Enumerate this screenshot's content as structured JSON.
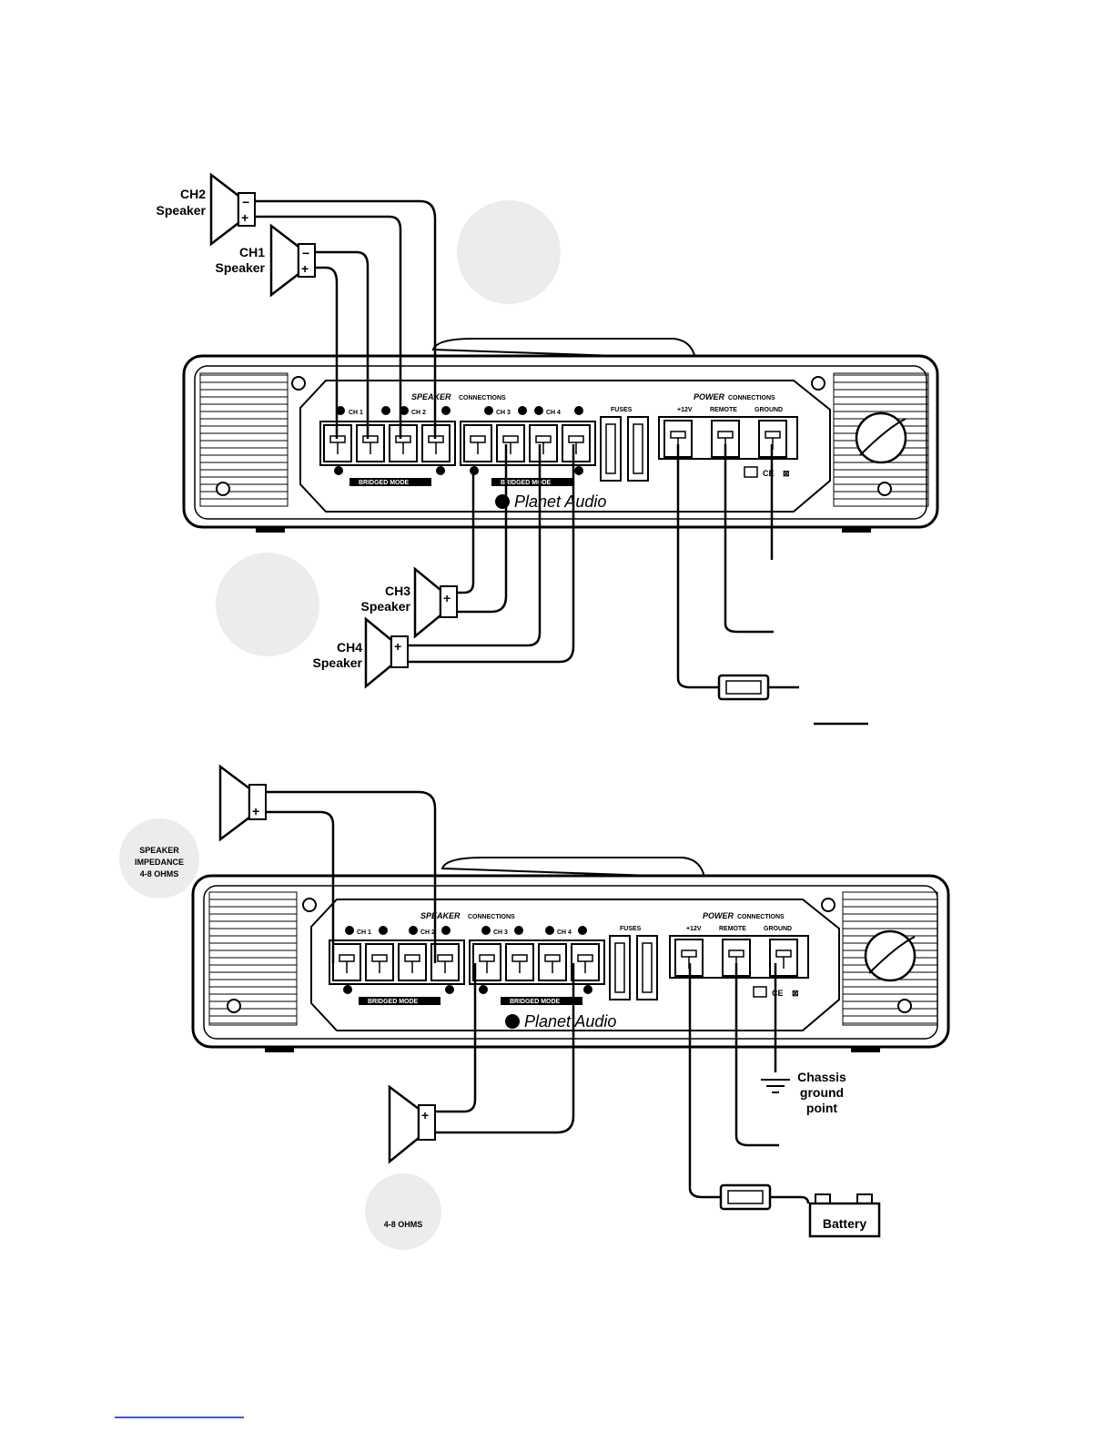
{
  "top": {
    "speakers": {
      "ch2": [
        "CH2",
        "Speaker"
      ],
      "ch1": [
        "CH1",
        "Speaker"
      ],
      "ch3": [
        "CH3",
        "Speaker"
      ],
      "ch4": [
        "CH4",
        "Speaker"
      ]
    }
  },
  "amp": {
    "speaker_header": "SPEAKER",
    "speaker_header_sub": "CONNECTIONS",
    "power_header": "POWER",
    "power_header_sub": "CONNECTIONS",
    "fuses_label": "FUSES",
    "ch_labels": [
      "CH 1",
      "CH 2",
      "CH 3",
      "CH 4"
    ],
    "bridged_label": "BRIDGED MODE",
    "power_labels": [
      "+12V",
      "REMOTE",
      "GROUND"
    ],
    "brand": "Planet Audio",
    "cert_marks": "CE"
  },
  "bottom": {
    "impedance_badge": [
      "SPEAKER",
      "IMPEDANCE",
      "4-8 OHMS"
    ],
    "ohms_badge": "4-8 OHMS",
    "chassis_label": [
      "Chassis",
      "ground",
      "point"
    ],
    "battery_label": "Battery"
  },
  "colors": {
    "ink": "#000000",
    "badge": "#ececec",
    "panel": "#ffffff",
    "link_bar": "#3a5bd6"
  }
}
